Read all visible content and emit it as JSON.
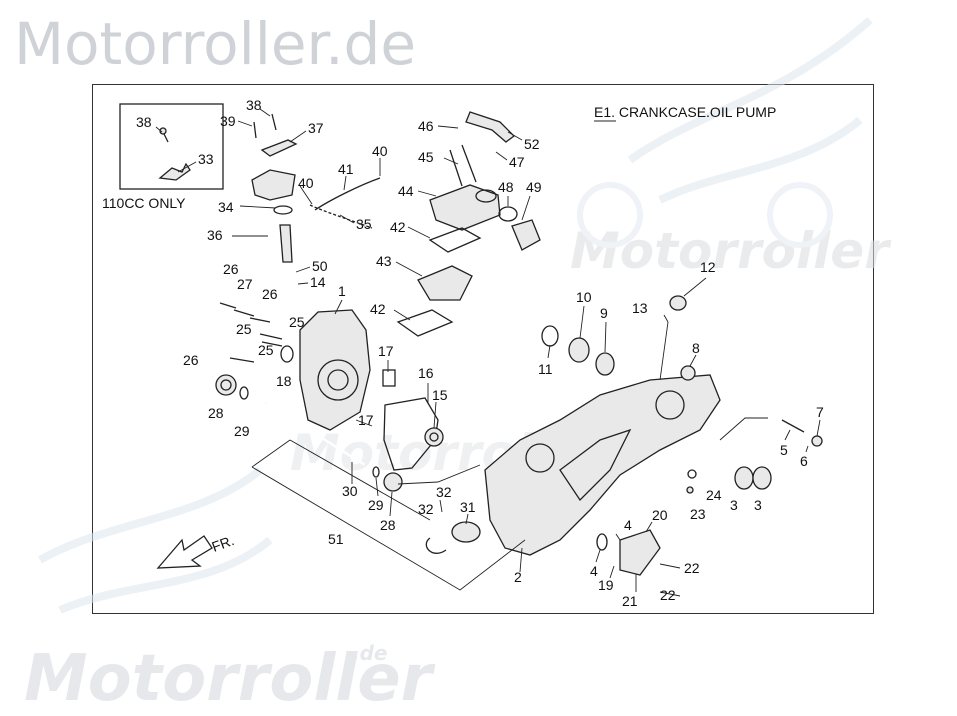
{
  "site": {
    "title": "Motorroller.de"
  },
  "watermark": {
    "main": "Motorroller",
    "suffix": ".de",
    "main_dim": "Motorroller"
  },
  "diagram": {
    "header": "E1.  CRANKCASE.OIL PUMP",
    "inset_note": "110CC ONLY",
    "direction_label": "FR.",
    "callouts": [
      {
        "id": "c38a",
        "text": "38"
      },
      {
        "id": "c33",
        "text": "33"
      },
      {
        "id": "c38b",
        "text": "38"
      },
      {
        "id": "c39",
        "text": "39"
      },
      {
        "id": "c37",
        "text": "37"
      },
      {
        "id": "c40a",
        "text": "40"
      },
      {
        "id": "c41",
        "text": "41"
      },
      {
        "id": "c40b",
        "text": "40"
      },
      {
        "id": "c34",
        "text": "34"
      },
      {
        "id": "c36",
        "text": "36"
      },
      {
        "id": "c35",
        "text": "35"
      },
      {
        "id": "c46",
        "text": "46"
      },
      {
        "id": "c52",
        "text": "52"
      },
      {
        "id": "c45",
        "text": "45"
      },
      {
        "id": "c47",
        "text": "47"
      },
      {
        "id": "c44",
        "text": "44"
      },
      {
        "id": "c48",
        "text": "48"
      },
      {
        "id": "c49",
        "text": "49"
      },
      {
        "id": "c42a",
        "text": "42"
      },
      {
        "id": "c43",
        "text": "43"
      },
      {
        "id": "c42b",
        "text": "42"
      },
      {
        "id": "c50",
        "text": "50"
      },
      {
        "id": "c14",
        "text": "14"
      },
      {
        "id": "c26a",
        "text": "26"
      },
      {
        "id": "c27",
        "text": "27"
      },
      {
        "id": "c26b",
        "text": "26"
      },
      {
        "id": "c1",
        "text": "1"
      },
      {
        "id": "c25a",
        "text": "25"
      },
      {
        "id": "c25b",
        "text": "25"
      },
      {
        "id": "c25c",
        "text": "25"
      },
      {
        "id": "c26c",
        "text": "26"
      },
      {
        "id": "c18",
        "text": "18"
      },
      {
        "id": "c17a",
        "text": "17"
      },
      {
        "id": "c16",
        "text": "16"
      },
      {
        "id": "c15",
        "text": "15"
      },
      {
        "id": "c28a",
        "text": "28"
      },
      {
        "id": "c29a",
        "text": "29"
      },
      {
        "id": "c17b",
        "text": "17"
      },
      {
        "id": "c30",
        "text": "30"
      },
      {
        "id": "c29b",
        "text": "29"
      },
      {
        "id": "c28b",
        "text": "28"
      },
      {
        "id": "c51",
        "text": "51"
      },
      {
        "id": "c32a",
        "text": "32"
      },
      {
        "id": "c32b",
        "text": "32"
      },
      {
        "id": "c31",
        "text": "31"
      },
      {
        "id": "c2",
        "text": "2"
      },
      {
        "id": "c11",
        "text": "11"
      },
      {
        "id": "c10",
        "text": "10"
      },
      {
        "id": "c9",
        "text": "9"
      },
      {
        "id": "c12",
        "text": "12"
      },
      {
        "id": "c13",
        "text": "13"
      },
      {
        "id": "c8",
        "text": "8"
      },
      {
        "id": "c7",
        "text": "7"
      },
      {
        "id": "c5",
        "text": "5"
      },
      {
        "id": "c6",
        "text": "6"
      },
      {
        "id": "c24",
        "text": "24"
      },
      {
        "id": "c23",
        "text": "23"
      },
      {
        "id": "c3a",
        "text": "3"
      },
      {
        "id": "c3b",
        "text": "3"
      },
      {
        "id": "c4a",
        "text": "4"
      },
      {
        "id": "c20",
        "text": "20"
      },
      {
        "id": "c4b",
        "text": "4"
      },
      {
        "id": "c19",
        "text": "19"
      },
      {
        "id": "c22a",
        "text": "22"
      },
      {
        "id": "c21",
        "text": "21"
      },
      {
        "id": "c22b",
        "text": "22"
      }
    ]
  }
}
